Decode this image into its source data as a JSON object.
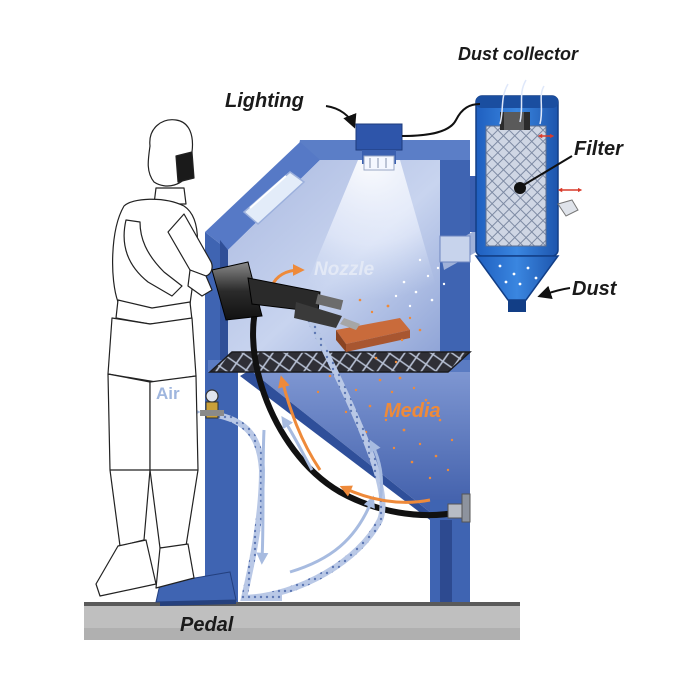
{
  "labels": {
    "dust_collector": "Dust collector",
    "lighting": "Lighting",
    "filter": "Filter",
    "nozzle": "Nozzle",
    "dust": "Dust",
    "air": "Air",
    "media": "Media",
    "pedal": "Pedal"
  },
  "colors": {
    "cabinet_blue": "#3f64b2",
    "cabinet_light": "#6d8fd4",
    "interior_glow": "#dbe6f8",
    "media_orange": "#ee8a3a",
    "air_blue": "#9fb6de",
    "hose_black": "#1a1a1a",
    "text_dark": "#1a1a1a"
  }
}
